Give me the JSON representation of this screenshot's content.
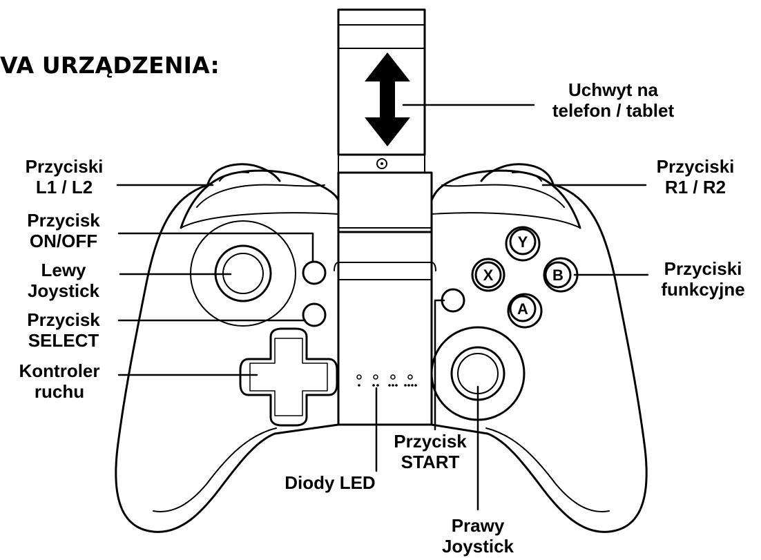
{
  "heading": "VA URZĄDZENIA:",
  "labels": {
    "holder": {
      "line1": "Uchwyt na",
      "line2": "telefon / tablet"
    },
    "l1l2": {
      "line1": "Przyciski",
      "line2": "L1 / L2"
    },
    "r1r2": {
      "line1": "Przyciski",
      "line2": "R1 / R2"
    },
    "onoff": {
      "line1": "Przycisk",
      "line2": "ON/OFF"
    },
    "lstick": {
      "line1": "Lewy",
      "line2": "Joystick"
    },
    "func": {
      "line1": "Przyciski",
      "line2": "funkcyjne"
    },
    "select": {
      "line1": "Przycisk",
      "line2": "SELECT"
    },
    "dpad": {
      "line1": "Kontroler",
      "line2": "ruchu"
    },
    "start": {
      "line1": "Przycisk",
      "line2": "START"
    },
    "led": {
      "line1": "Diody LED"
    },
    "rstick": {
      "line1": "Prawy",
      "line2": "Joystick"
    }
  },
  "face_buttons": {
    "y": "Y",
    "x": "X",
    "b": "B",
    "a": "A"
  },
  "colors": {
    "ink": "#000000",
    "background": "#ffffff"
  }
}
